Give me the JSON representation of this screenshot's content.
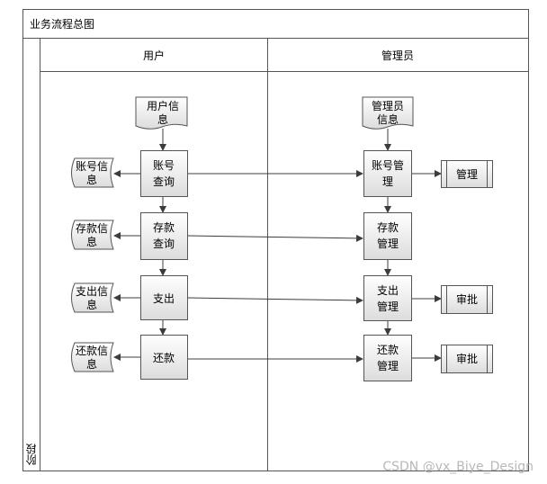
{
  "title": "业务流程总图",
  "phase_label": "阶段",
  "lanes": {
    "user": "用户",
    "admin": "管理员"
  },
  "nodes": {
    "user_info": [
      "用户信",
      "息"
    ],
    "admin_info": [
      "管理员",
      "信息"
    ],
    "acct_query": [
      "账号",
      "查询"
    ],
    "deposit_query": [
      "存款",
      "查询"
    ],
    "withdraw": [
      "支出"
    ],
    "repay": [
      "还款"
    ],
    "acct_mgmt": [
      "账号管",
      "理"
    ],
    "deposit_mgmt": [
      "存款",
      "管理"
    ],
    "withdraw_mgmt": [
      "支出",
      "管理"
    ],
    "repay_mgmt": [
      "还款",
      "管理"
    ],
    "doc_acct": [
      "账号信",
      "息"
    ],
    "doc_deposit": [
      "存款信",
      "息"
    ],
    "doc_withdraw": [
      "支出信",
      "息"
    ],
    "doc_repay": [
      "还款信",
      "息"
    ],
    "manage": [
      "管理"
    ],
    "approve1": [
      "审批"
    ],
    "approve2": [
      "审批"
    ]
  },
  "watermark": "CSDN @vx_Biye_Design",
  "colors": {
    "line": "#3c3c3c",
    "node_fill_top": "#ffffff",
    "node_fill_bottom": "#e0e0e0",
    "border": "#555555"
  }
}
